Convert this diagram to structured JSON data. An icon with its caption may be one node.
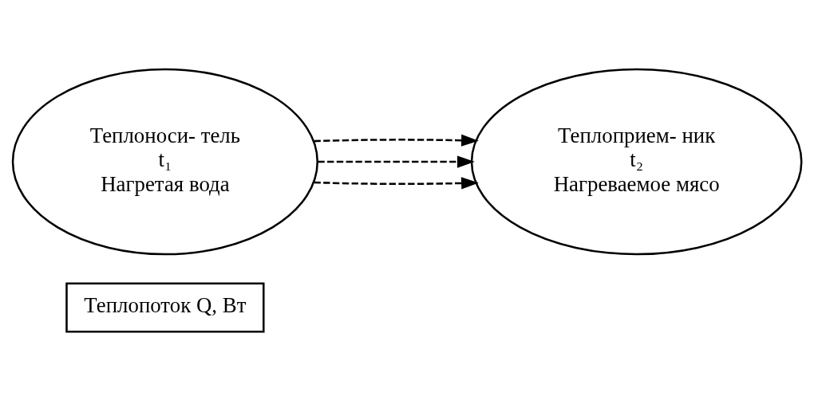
{
  "diagram": {
    "nodes": [
      {
        "text": [
          "Теплопоток Q, Вт"
        ]
      },
      {
        "text": [
          "Теплоноси- тель",
          "t₁",
          "Нагретая вода"
        ]
      },
      {
        "text": [
          "Теплоприем- ник",
          "t₂",
          "Нагреваемое мясо"
        ]
      }
    ],
    "edges": [
      {
        "from": 1,
        "to": 2,
        "arrow": "to",
        "style": "dashed"
      },
      {
        "from": 1,
        "to": 2,
        "arrow": "to",
        "style": "dashed"
      },
      {
        "from": 1,
        "to": 2,
        "arrow": "to",
        "style": "dashed"
      }
    ]
  }
}
